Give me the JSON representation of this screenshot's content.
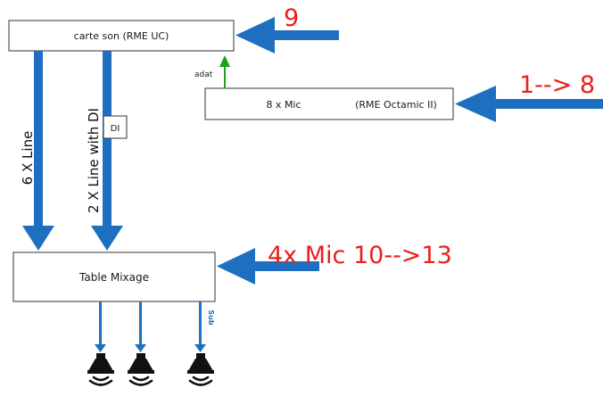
{
  "colors": {
    "arrow_blue": "#1f6fc0",
    "signal_green": "#1aa31a",
    "label_red": "#e8201c",
    "box_border": "#333333",
    "speaker_black": "#111111"
  },
  "boxes": {
    "soundcard": "carte son (RME UC)",
    "octamic_left": "8 x Mic",
    "octamic_right": "(RME Octamic II)",
    "mixer": "Table Mixage",
    "di": "DI"
  },
  "labels": {
    "input_top": "9",
    "input_octamic": "1--> 8",
    "input_mixer": "4x Mic 10-->13",
    "adat": "adat",
    "line_6x": "6 X Line",
    "line_2x_di": "2 X Line with DI",
    "sub": "Sub"
  },
  "icons": {
    "speakers": [
      "speaker-icon",
      "speaker-icon",
      "speaker-icon"
    ]
  }
}
